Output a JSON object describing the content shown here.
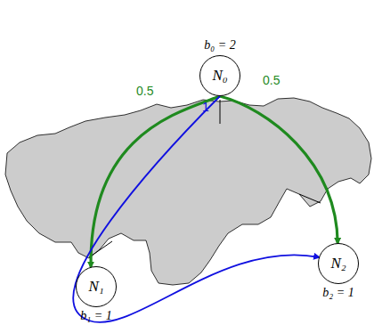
{
  "diagram": {
    "nodes": [
      {
        "text": [
          "N₀",
          "b₀ = 2"
        ]
      },
      {
        "text": [
          "N₁",
          "b₁ = 1"
        ]
      },
      {
        "text": [
          "N₂",
          "b₂ = 1"
        ]
      }
    ],
    "edges": [
      {
        "from": 0,
        "to": 1,
        "label": "0.5",
        "arrow": "to"
      },
      {
        "from": 0,
        "to": 2,
        "label": "0.5",
        "arrow": "to"
      },
      {
        "from": 0,
        "to": 2,
        "label": "1",
        "arrow": "to"
      }
    ]
  }
}
